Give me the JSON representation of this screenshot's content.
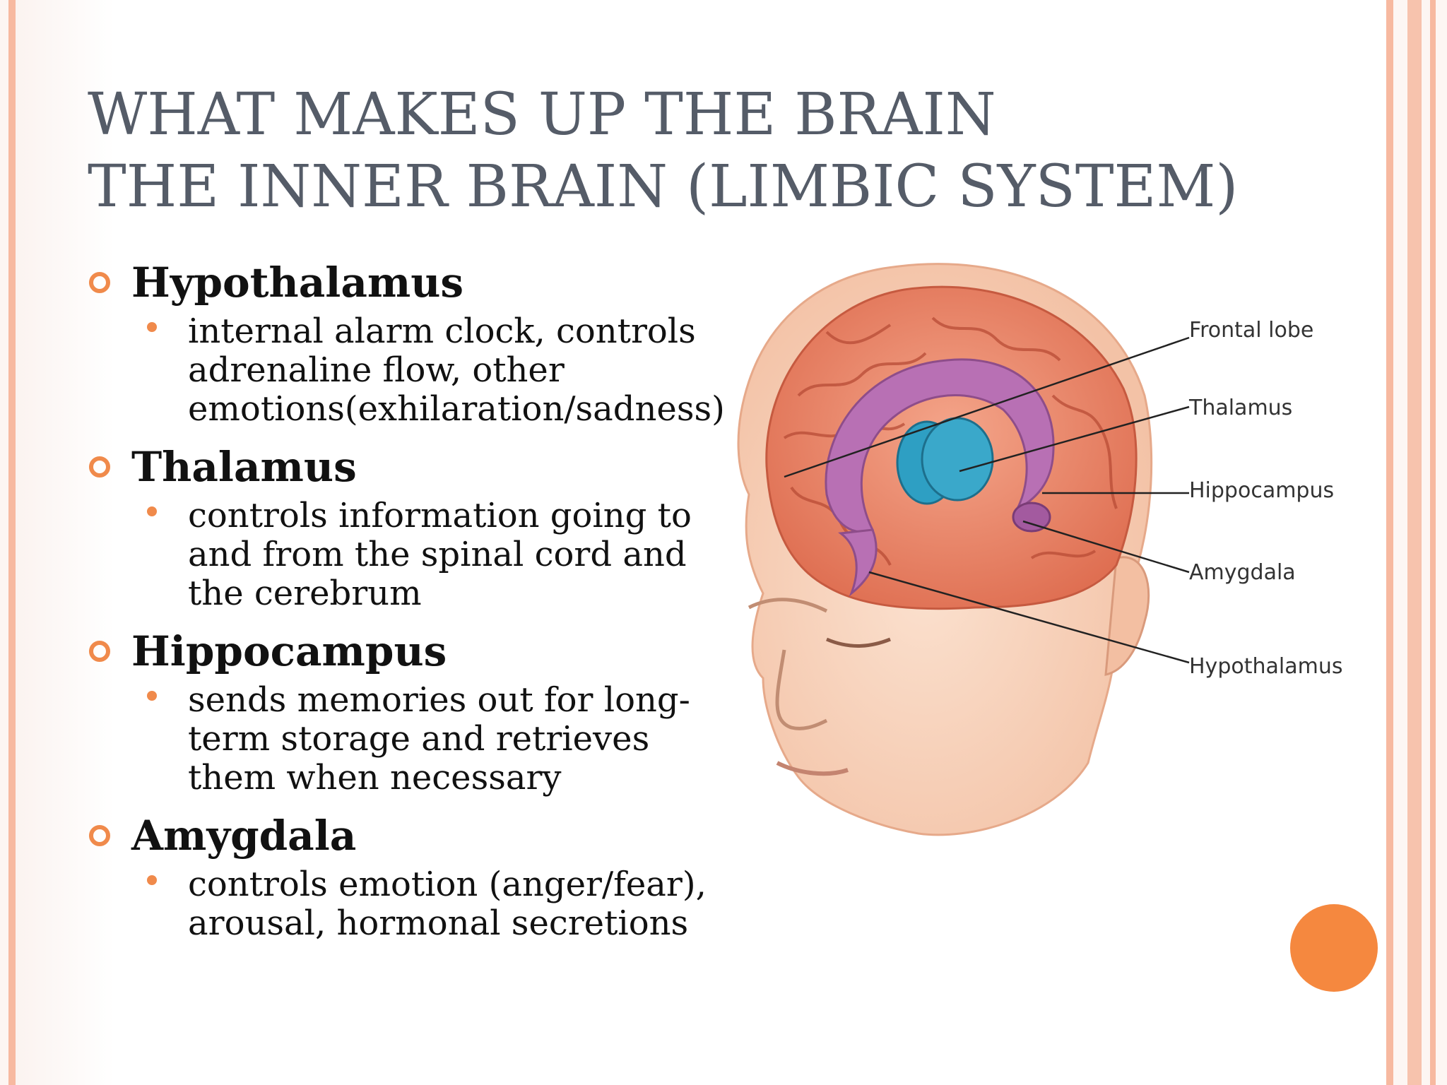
{
  "title": {
    "line1": "WHAT MAKES UP THE BRAIN",
    "line2": "THE INNER BRAIN (LIMBIC SYSTEM)"
  },
  "items": [
    {
      "heading": "Hypothalamus",
      "desc_lines": [
        "internal alarm clock, controls",
        "adrenaline flow, other",
        "emotions(exhilaration/sadness)"
      ]
    },
    {
      "heading": "Thalamus",
      "desc_lines": [
        "controls information going to",
        "and from the spinal cord and",
        "the cerebrum"
      ]
    },
    {
      "heading": "Hippocampus",
      "desc_lines": [
        "sends memories out for long-",
        "term storage and retrieves",
        "them when necessary"
      ]
    },
    {
      "heading": "Amygdala",
      "desc_lines": [
        "controls emotion (anger/fear),",
        "arousal, hormonal secretions"
      ]
    }
  ],
  "diagram": {
    "labels": {
      "frontal_lobe": "Frontal lobe",
      "thalamus": "Thalamus",
      "hippocampus": "Hippocampus",
      "amygdala": "Amygdala",
      "hypothalamus": "Hypothalamus"
    }
  },
  "colors": {
    "title": "#555c68",
    "accent": "#f08a4b",
    "border": "#f7b9a0"
  }
}
